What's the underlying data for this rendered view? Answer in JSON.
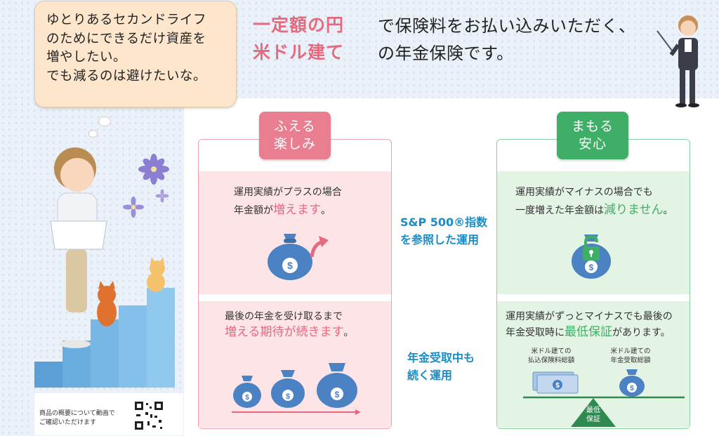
{
  "bubble": {
    "lines": [
      "ゆとりあるセカンドライフ",
      "のためにできるだけ資産を",
      "増やしたい。",
      "でも減るのは避けたいな。"
    ]
  },
  "headline": {
    "pink_line1": "一定額の円",
    "pink_line2": "米ドル建て",
    "text_line1": "で保険料をお払い込みいただく、",
    "text_line2": "の年金保険です。"
  },
  "left": {
    "tag_line1": "ふえる",
    "tag_line2": "楽しみ",
    "block1_line1": "運用実績がプラスの場合",
    "block1_line2_pre": "年金額が",
    "block1_line2_em": "増えます",
    "block1_line2_post": "。",
    "block2_line1": "最後の年金を受け取るまで",
    "block2_line2_em": "増える期待が続きます",
    "block2_line2_post": "。"
  },
  "middle": {
    "label1_line1": "S&P 500®指数",
    "label1_line2": "を参照した運用",
    "label2_line1": "年金受取中も",
    "label2_line2": "続く運用"
  },
  "right": {
    "tag_line1": "まもる",
    "tag_line2": "安心",
    "block1_line1": "運用実績がマイナスの場合でも",
    "block1_line2_pre": "一度増えた年金額は",
    "block1_line2_em": "減りません",
    "block1_line2_post": "。",
    "block2_line1": "運用実績がずっとマイナスでも最後の",
    "block2_line2_pre": "年金受取時に",
    "block2_line2_em": "最低保証",
    "block2_line2_post": "があります。",
    "scale_left_line1": "米ドル建ての",
    "scale_left_line2": "払込保険料総額",
    "scale_right_line1": "米ドル建ての",
    "scale_right_line2": "年金受取総額",
    "fulcrum_line1": "最低",
    "fulcrum_line2": "保証"
  },
  "footer": {
    "qr_line1": "商品の概要について動画で",
    "qr_line2": "ご確認いただけます"
  },
  "icons": [
    "money-bag-icon",
    "up-arrow-icon",
    "lock-icon",
    "qr-code-icon",
    "flower-icon",
    "cat-icon",
    "woman-icon",
    "presenter-icon"
  ],
  "colors": {
    "pink": "#e56a7f",
    "green": "#3fae66",
    "blue": "#1a8cc6",
    "bag": "#4a82c4"
  }
}
